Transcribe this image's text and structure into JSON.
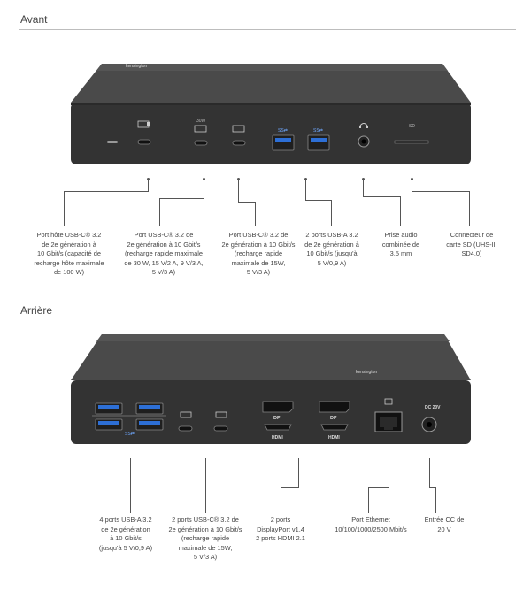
{
  "sections": {
    "front_title": "Avant",
    "rear_title": "Arrière"
  },
  "front_labels": {
    "pd30w": "30W",
    "sd": "SD",
    "brand": "kensington"
  },
  "rear_labels": {
    "dp1": "DP",
    "dp2": "DP",
    "hdmi1": "HDMI",
    "hdmi2": "HDMI",
    "dc": "DC 20V",
    "brand": "kensington"
  },
  "front_callouts": [
    {
      "lines": [
        "Port hôte USB-C® 3.2",
        "de 2e génération à",
        "10 Gbit/s (capacité de",
        "recharge hôte maximale",
        "de 100 W)"
      ]
    },
    {
      "lines": [
        "Port USB-C® 3.2 de",
        "2e génération à 10 Gbit/s",
        "(recharge rapide maximale",
        "de 30 W, 15 V/2 A, 9 V/3 A,",
        "5 V/3 A)"
      ]
    },
    {
      "lines": [
        "Port USB-C® 3.2 de",
        "2e génération à 10 Gbit/s",
        "(recharge rapide",
        "maximale de 15W,",
        "5 V/3 A)"
      ]
    },
    {
      "lines": [
        "2 ports USB-A 3.2",
        "de 2e génération à",
        "10 Gbit/s (jusqu'à",
        "5 V/0,9 A)"
      ]
    },
    {
      "lines": [
        "Prise audio",
        "combinée de",
        "3,5 mm"
      ]
    },
    {
      "lines": [
        "Connecteur de",
        "carte SD (UHS-II,",
        "SD4.0)"
      ]
    }
  ],
  "rear_callouts": [
    {
      "lines": [
        "4 ports USB-A 3.2",
        "de 2e génération",
        "à 10 Gbit/s",
        "(jusqu'à 5 V/0,9 A)"
      ]
    },
    {
      "lines": [
        "2 ports USB-C® 3.2 de",
        "2e génération à 10 Gbit/s",
        "(recharge rapide",
        "maximale de 15W,",
        "5 V/3 A)"
      ]
    },
    {
      "lines": [
        "2 ports",
        "DisplayPort v1.4",
        "2 ports HDMI 2.1"
      ]
    },
    {
      "lines": [
        "Port Ethernet",
        "10/100/1000/2500 Mbit/s"
      ]
    },
    {
      "lines": [
        "Entrée CC de",
        "20 V"
      ]
    }
  ]
}
